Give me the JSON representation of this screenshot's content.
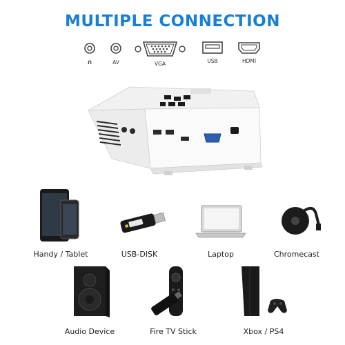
{
  "title": "MULTIPLE CONNECTION",
  "ports": [
    {
      "label": "∩",
      "icon": "headphone-jack-icon"
    },
    {
      "label": "AV",
      "icon": "av-jack-icon"
    },
    {
      "label": "VGA",
      "icon": "vga-port-icon"
    },
    {
      "label": "USB",
      "icon": "usb-port-icon"
    },
    {
      "label": "HDMI",
      "icon": "hdmi-port-icon"
    }
  ],
  "devices": [
    {
      "label": "Handy / Tablet",
      "icon": "phone-tablet-icon"
    },
    {
      "label": "USB-DISK",
      "icon": "usb-stick-icon"
    },
    {
      "label": "Laptop",
      "icon": "laptop-icon"
    },
    {
      "label": "Chromecast",
      "icon": "chromecast-icon"
    },
    {
      "label": "Audio Device",
      "icon": "speaker-icon"
    },
    {
      "label": "Fire TV Stick",
      "icon": "fire-tv-stick-icon"
    },
    {
      "label": "Xbox / PS4",
      "icon": "game-console-icon"
    }
  ],
  "colors": {
    "accent": "#1a7fd4",
    "device_body": "#f7f7f7",
    "dark": "#1a1a1a"
  }
}
